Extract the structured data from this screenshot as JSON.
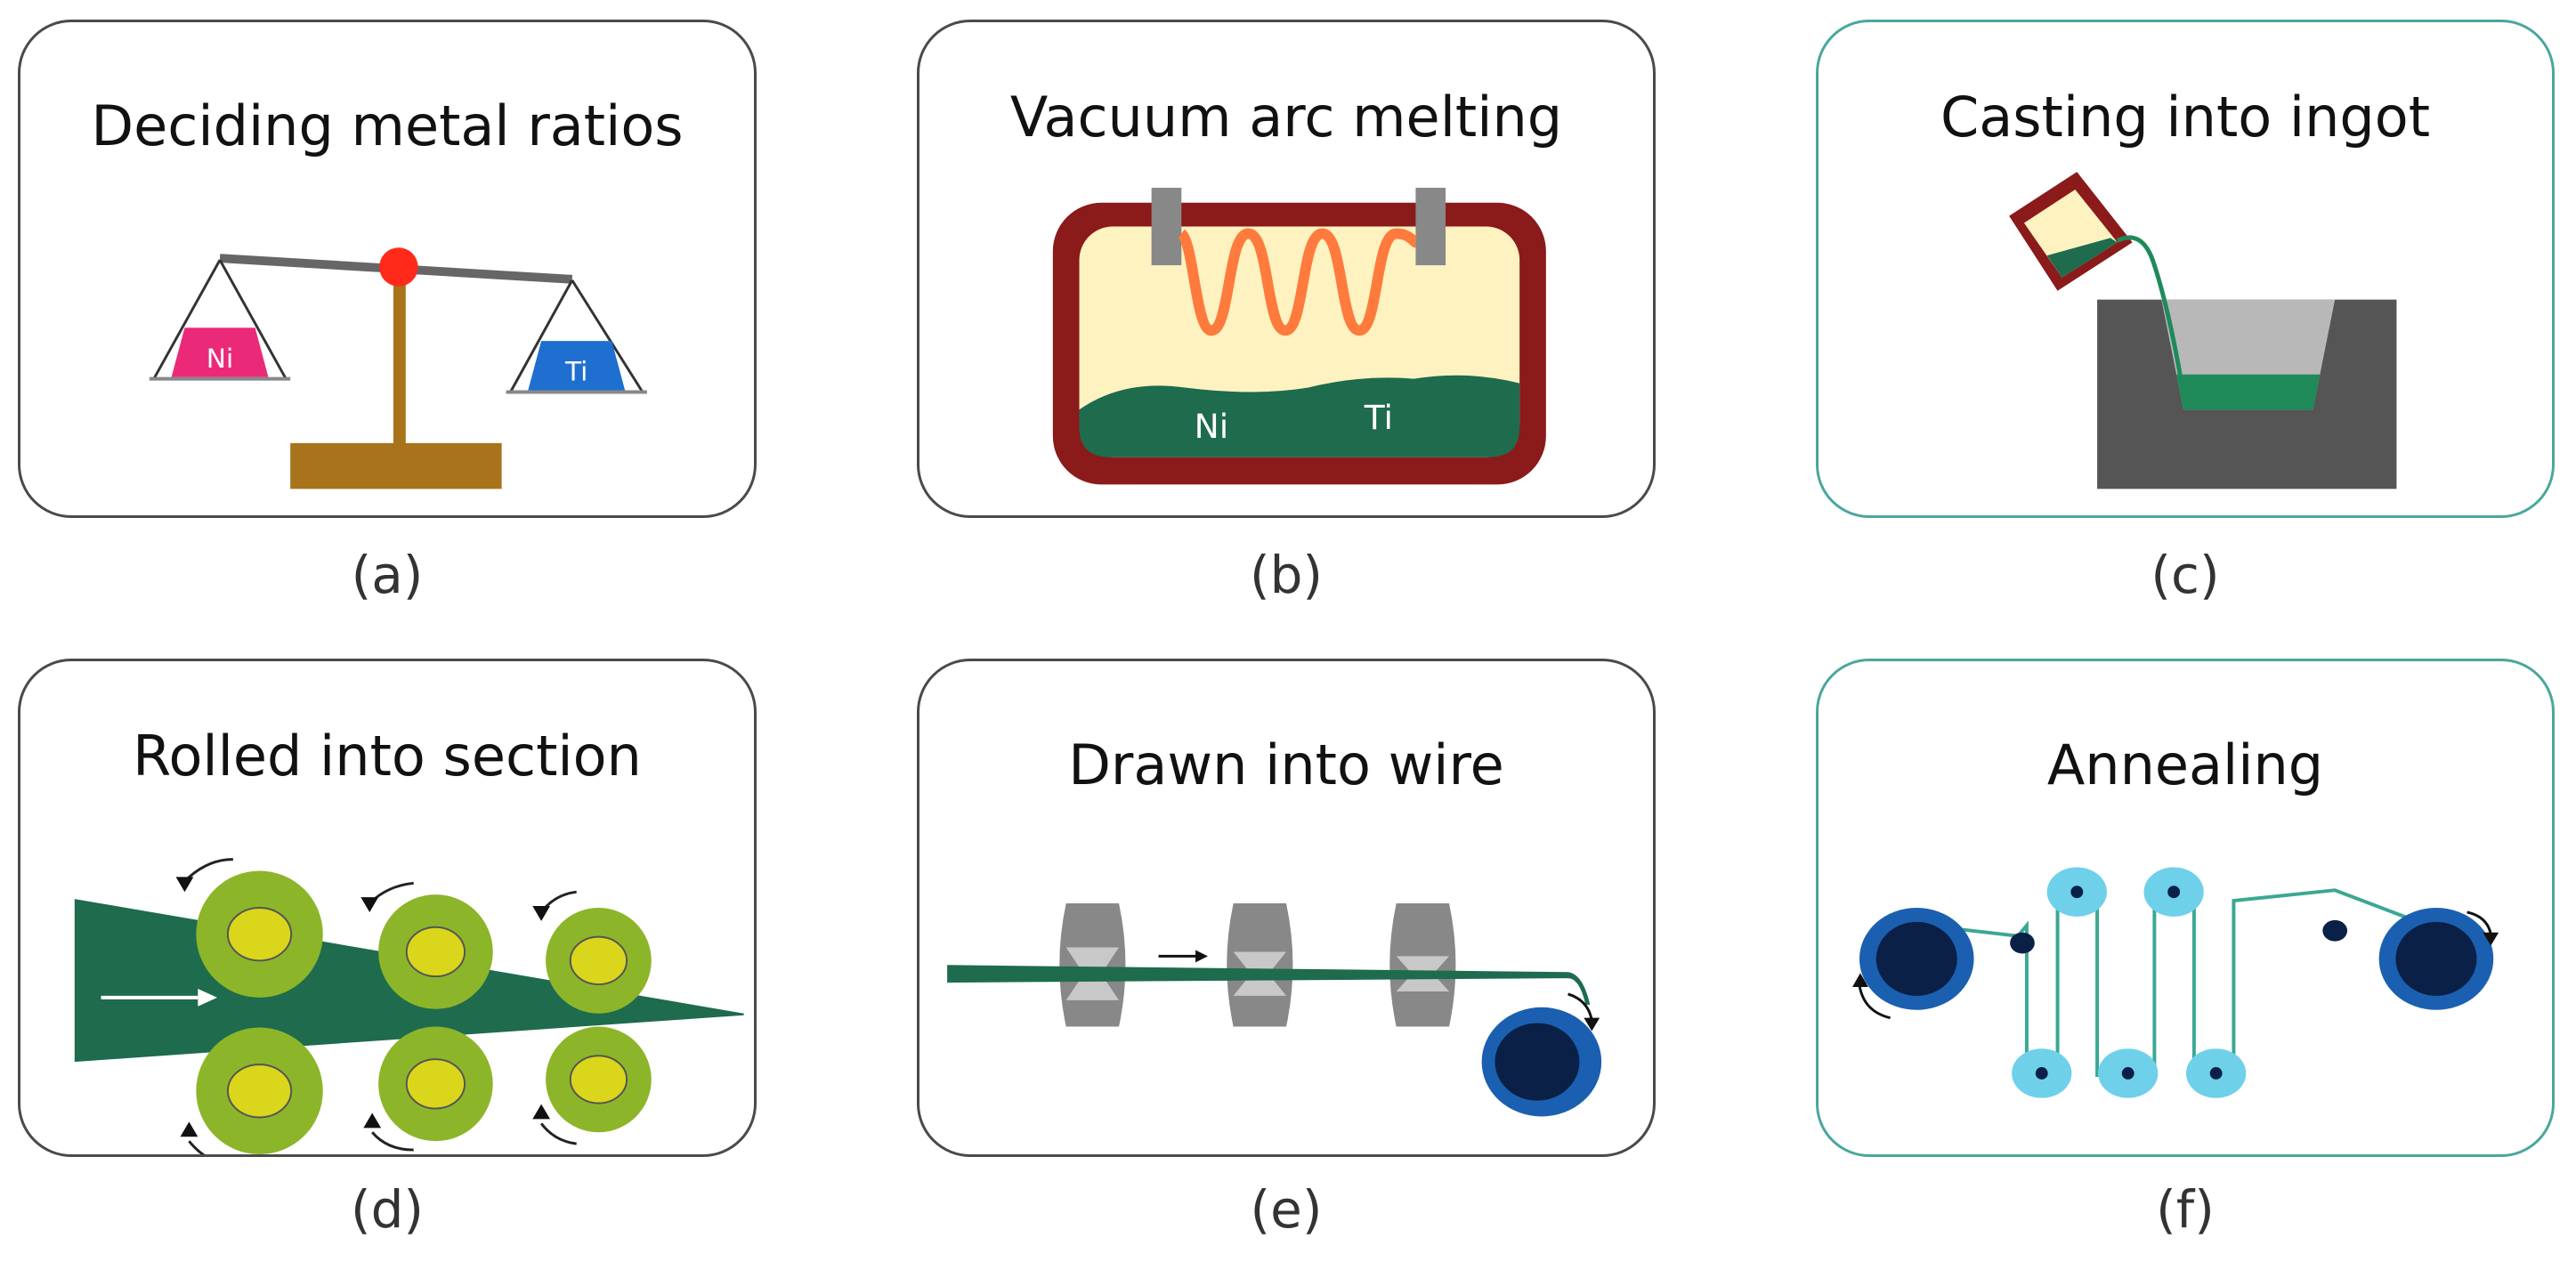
{
  "panels": [
    {
      "id": "a",
      "title": "Deciding metal ratios",
      "caption": "(a)",
      "labels": [
        "Ni",
        "Ti"
      ]
    },
    {
      "id": "b",
      "title": "Vacuum arc melting",
      "caption": "(b)",
      "labels": [
        "Ni",
        "Ti"
      ]
    },
    {
      "id": "c",
      "title": "Casting into ingot",
      "caption": "(c)"
    },
    {
      "id": "d",
      "title": "Rolled into section",
      "caption": "(d)"
    },
    {
      "id": "e",
      "title": "Drawn into wire",
      "caption": "(e)"
    },
    {
      "id": "f",
      "title": "Annealing",
      "caption": "(f)"
    }
  ],
  "colors": {
    "alloy_green": "#1e6b4e",
    "crucible_red": "#8b1a1a",
    "coil_orange": "#ff7a3d",
    "ni_pink": "#ea2a78",
    "ti_blue": "#1e6fd0",
    "roller_green": "#8db52a",
    "roller_yellow": "#d9d61c",
    "spool_blue": "#1b5fb0",
    "pulley_cyan": "#6fd0ea",
    "teal_border": "#4aa79c"
  }
}
